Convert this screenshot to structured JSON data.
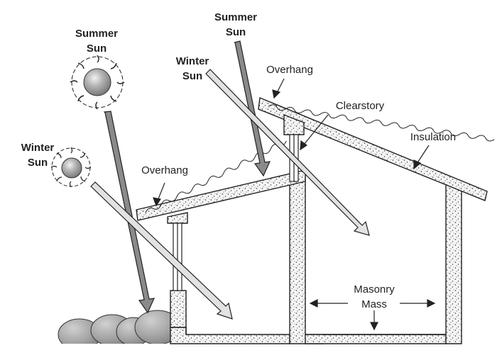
{
  "labels": {
    "summer_sun_left": "Summer\nSun",
    "winter_sun_left": "Winter\nSun",
    "summer_sun_top": "Summer\nSun",
    "winter_sun_mid": "Winter\nSun",
    "overhang_low": "Overhang",
    "overhang_high": "Overhang",
    "clearstory": "Clearstory",
    "insulation": "Insulation",
    "masonry_mass": "Masonry\nMass"
  },
  "colors": {
    "line": "#222222",
    "wall_fill": "#f4f4f4",
    "arrow_dark": "#8a8a8a",
    "arrow_light": "#e2e2e2",
    "sun_core": "#9a9a9a",
    "boulder": "#a0a0a0"
  }
}
